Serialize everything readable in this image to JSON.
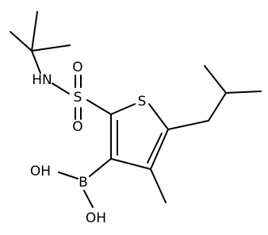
{
  "structure": {
    "atoms": {
      "nh": "HN",
      "s_sulfonyl": "S",
      "o_upper": "O",
      "o_lower": "O",
      "s_ring": "S",
      "b": "B",
      "oh_upper": "OH",
      "oh_lower": "OH"
    }
  }
}
